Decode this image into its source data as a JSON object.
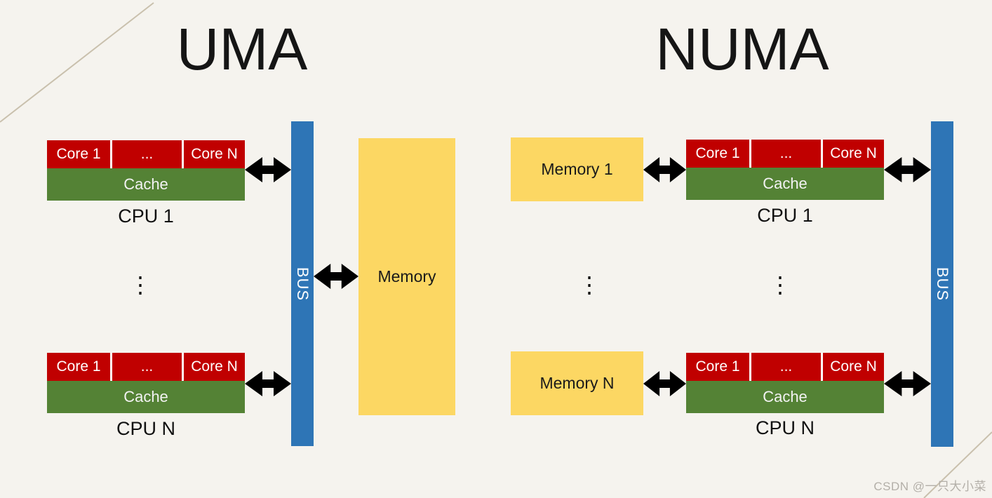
{
  "page": {
    "watermark": "CSDN @一只大小菜"
  },
  "colors": {
    "background": "#f5f3ee",
    "core_red": "#c00000",
    "cache_green": "#548235",
    "bus_blue": "#2e75b6",
    "memory_yellow": "#fcd763",
    "arrow_black": "#000000",
    "decor_line": "#c9c0ad",
    "watermark_gray": "#b3afa8"
  },
  "uma": {
    "title": "UMA",
    "bus_label": "BUS",
    "memory_label": "Memory",
    "ellipsis": "⋮",
    "cpu1": {
      "cores": [
        "Core 1",
        "...",
        "Core N"
      ],
      "cache": "Cache",
      "label": "CPU 1"
    },
    "cpuN": {
      "cores": [
        "Core 1",
        "...",
        "Core N"
      ],
      "cache": "Cache",
      "label": "CPU N"
    }
  },
  "numa": {
    "title": "NUMA",
    "bus_label": "BUS",
    "memory1_label": "Memory 1",
    "memoryN_label": "Memory N",
    "ellipsis": "⋮",
    "cpu1": {
      "cores": [
        "Core 1",
        "...",
        "Core N"
      ],
      "cache": "Cache",
      "label": "CPU 1"
    },
    "cpuN": {
      "cores": [
        "Core 1",
        "...",
        "Core N"
      ],
      "cache": "Cache",
      "label": "CPU N"
    }
  }
}
